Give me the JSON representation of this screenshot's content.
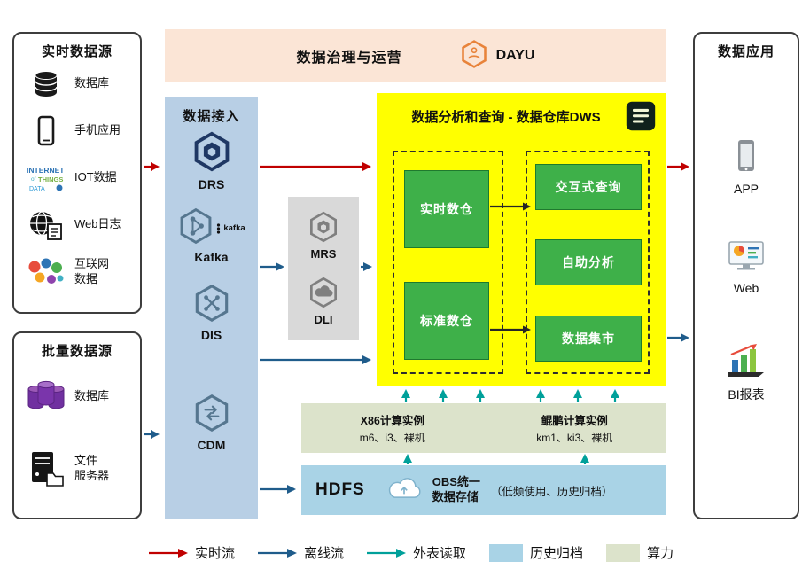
{
  "colors": {
    "realtime_flow": "#c00000",
    "offline_flow": "#1f5c8b",
    "external_table_read": "#00a09a",
    "history_archive": "#a9d3e6",
    "compute_power": "#dce3cb",
    "dws_background": "#ffff00",
    "warehouse_green": "#3eb049",
    "ingestion_background": "#b8cfe5",
    "governance_background": "#fbe5d6",
    "processing_background": "#d9d9d9"
  },
  "realtime_sources": {
    "title": "实时数据源",
    "items": [
      {
        "label": "数据库",
        "icon": "database-icon"
      },
      {
        "label": "手机应用",
        "icon": "mobile-phone-icon"
      },
      {
        "label": "IOT数据",
        "icon": "iot-wordcloud-icon"
      },
      {
        "label": "Web日志",
        "icon": "globe-document-icon"
      },
      {
        "label": "互联网\n数据",
        "icon": "internet-data-icon"
      }
    ]
  },
  "batch_sources": {
    "title": "批量数据源",
    "items": [
      {
        "label": "数据库",
        "icon": "purple-database-icon"
      },
      {
        "label": "文件\n服务器",
        "icon": "file-server-icon"
      }
    ]
  },
  "governance": {
    "title": "数据治理与运营",
    "product": "DAYU"
  },
  "ingestion": {
    "title": "数据接入",
    "services": [
      {
        "name": "DRS",
        "icon": "drs-hexagon-icon"
      },
      {
        "name": "Kafka",
        "icon": "kafka-hexagon-icon",
        "badge": "kafka"
      },
      {
        "name": "DIS",
        "icon": "dis-hexagon-icon"
      },
      {
        "name": "CDM",
        "icon": "cdm-hexagon-icon"
      }
    ]
  },
  "processing": {
    "services": [
      {
        "name": "MRS",
        "icon": "mrs-hexagon-icon"
      },
      {
        "name": "DLI",
        "icon": "dli-hexagon-icon"
      }
    ]
  },
  "dws": {
    "title": "数据分析和查询 - 数据仓库DWS",
    "warehouses": [
      "实时数仓",
      "标准数仓"
    ],
    "services": [
      "交互式查询",
      "自助分析",
      "数据集市"
    ]
  },
  "compute": {
    "x86": {
      "title": "X86计算实例",
      "spec": "m6、i3、裸机"
    },
    "kunpeng": {
      "title": "鲲鹏计算实例",
      "spec": "km1、ki3、裸机"
    }
  },
  "storage": {
    "hdfs": "HDFS",
    "obs": "OBS统一\n数据存储",
    "note": "（低频使用、历史归档）"
  },
  "applications": {
    "title": "数据应用",
    "items": [
      {
        "label": "APP",
        "icon": "app-phone-icon"
      },
      {
        "label": "Web",
        "icon": "web-dashboard-icon"
      },
      {
        "label": "BI报表",
        "icon": "bi-report-icon"
      }
    ]
  },
  "legend": {
    "items": [
      {
        "label": "实时流",
        "type": "arrow",
        "color": "#c00000"
      },
      {
        "label": "离线流",
        "type": "arrow",
        "color": "#1f5c8b"
      },
      {
        "label": "外表读取",
        "type": "arrow",
        "color": "#00a09a"
      },
      {
        "label": "历史归档",
        "type": "swatch",
        "color": "#a9d3e6"
      },
      {
        "label": "算力",
        "type": "swatch",
        "color": "#dce3cb"
      }
    ]
  }
}
